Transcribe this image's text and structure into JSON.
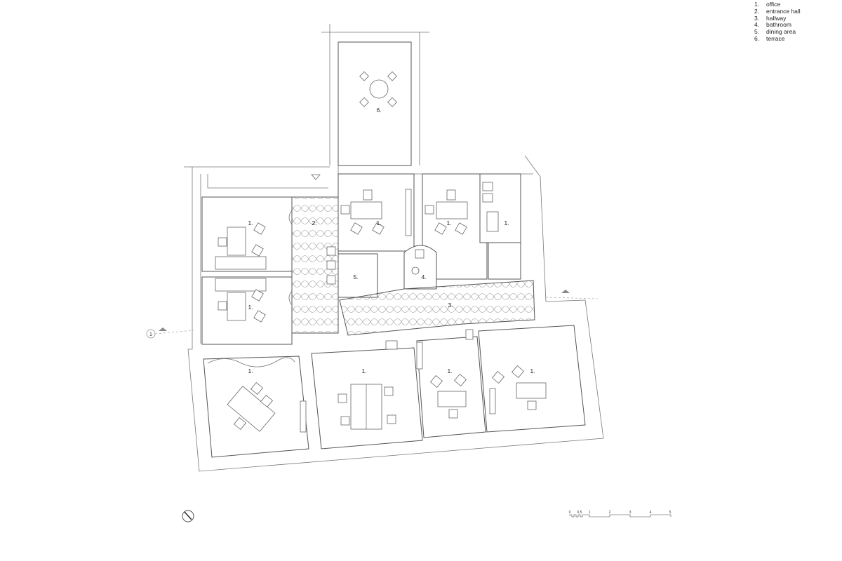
{
  "legend": {
    "items": [
      {
        "num": "1.",
        "label": "office"
      },
      {
        "num": "2.",
        "label": "entrance hall"
      },
      {
        "num": "3.",
        "label": "hallway"
      },
      {
        "num": "4.",
        "label": "bathroom"
      },
      {
        "num": "5.",
        "label": "dining area"
      },
      {
        "num": "6.",
        "label": "terrace"
      }
    ]
  },
  "plan": {
    "room_labels": {
      "terrace": "6.",
      "entrance_hall": "2.",
      "hallway": "3.",
      "bathroom": "4.",
      "dining_area": "5.",
      "office": "1."
    },
    "section_marker": "1"
  },
  "scale_bar": {
    "ticks": [
      "0",
      "0.5",
      "1",
      "2",
      "3",
      "4",
      "5"
    ]
  }
}
